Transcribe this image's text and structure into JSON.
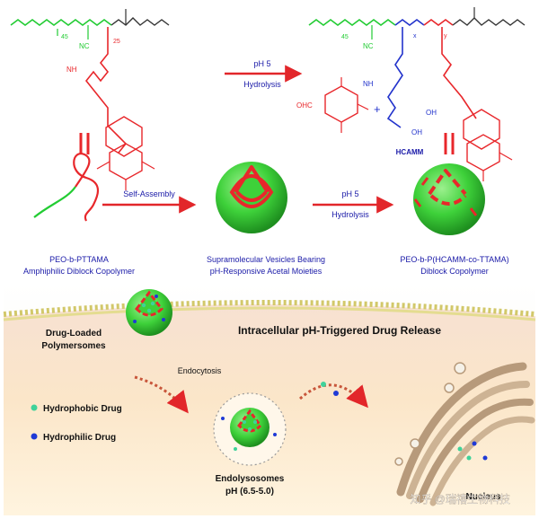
{
  "top": {
    "arrow_label_1": "pH 5",
    "arrow_label_2": "Hydrolysis",
    "left_chem": {
      "sub_45": "45",
      "sub_25": "25",
      "nc": "NC",
      "nh": "NH"
    },
    "right_chem": {
      "sub_45": "45",
      "sub_x": "x",
      "sub_y": "y",
      "nc": "NC",
      "nh": "NH",
      "ohc": "OHC",
      "plus": "+",
      "oh": "OH",
      "hcamm": "HCAMM"
    }
  },
  "middle": {
    "self_assembly_label": "Self-Assembly",
    "arrow_label_1": "pH 5",
    "arrow_label_2": "Hydrolysis",
    "left_caption_line1": "PEO-b-PTTAMA",
    "left_caption_line2": "Amphiphilic Diblock Copolymer",
    "center_caption_line1": "Supramolecular Vesicles Bearing",
    "center_caption_line2": "pH-Responsive Acetal Moieties",
    "right_caption_line1": "PEO-b-P(HCAMM-co-TTAMA)",
    "right_caption_line2": "Diblock Copolymer"
  },
  "bottom": {
    "title": "Intracellular pH-Triggered Drug Release",
    "drug_loaded_line1": "Drug-Loaded",
    "drug_loaded_line2": "Polymersomes",
    "endocytosis": "Endocytosis",
    "legend_hydrophobic": "Hydrophobic Drug",
    "legend_hydrophilic": "Hydrophilic Drug",
    "endolysosomes_line1": "Endolysosomes",
    "endolysosomes_line2": "pH (6.5-5.0)",
    "nucleus": "Nucleus",
    "watermark": "知乎 @瑞禧生物科技"
  },
  "colors": {
    "chain_green": "#22cc33",
    "acetal_red": "#e8272b",
    "hcamm_blue": "#2233cc",
    "label_blue": "#1a1aa8",
    "arrow_red": "#e2262a",
    "membrane": "#d2c86a",
    "vesicle_green": "#3ed13a",
    "hydrophobic_drug": "#3fd29a",
    "hydrophilic_drug": "#1f3ad6"
  }
}
